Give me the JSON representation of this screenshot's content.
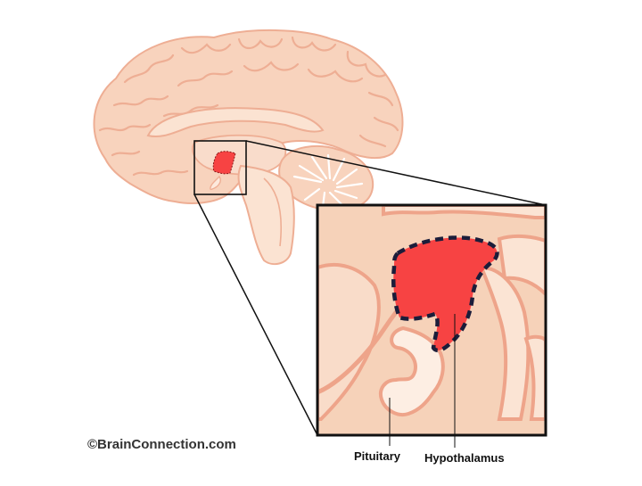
{
  "credit": "©BrainConnection.com",
  "labels": {
    "pituitary": "Pituitary",
    "hypothalamus": "Hypothalamus"
  },
  "colors": {
    "brain_fill": "#f8d3bd",
    "brain_line": "#eeae94",
    "hypothalamus_fill": "#f74343",
    "hypothalamus_outline": "#1b1d3a",
    "frame": "#111111",
    "zoom_bg": "#f6d2b9"
  }
}
